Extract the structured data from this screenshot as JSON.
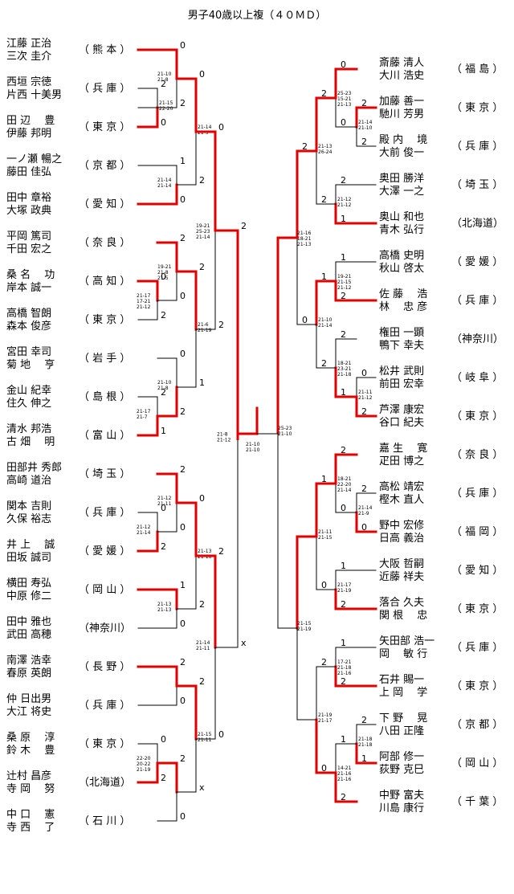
{
  "title": "男子40歳以上複（４０ＭＤ）",
  "left_entries": [
    {
      "p1": "江藤 正治",
      "p2": "三次 圭介",
      "pref": "（ 熊 本 ）"
    },
    {
      "p1": "西垣 宗徳",
      "p2": "片西 十美男",
      "pref": "（ 兵 庫 ）"
    },
    {
      "p1": "田 辺　 豊",
      "p2": "伊藤 邦明",
      "pref": "（ 東 京 ）"
    },
    {
      "p1": "一ノ瀬 暢之",
      "p2": "藤田 佳弘",
      "pref": "（ 京 都 ）"
    },
    {
      "p1": "田中 章裕",
      "p2": "大塚 政典",
      "pref": "（ 愛 知 ）"
    },
    {
      "p1": "平岡 篤司",
      "p2": "千田 宏之",
      "pref": "（ 奈 良 ）"
    },
    {
      "p1": "桑 名　 功",
      "p2": "岸本 誠一",
      "pref": "（ 高 知 ）"
    },
    {
      "p1": "高橋 智朗",
      "p2": "森本 俊彦",
      "pref": "（ 東 京 ）"
    },
    {
      "p1": "宮田 幸司",
      "p2": "菊 地　 亨",
      "pref": "（ 岩 手 ）"
    },
    {
      "p1": "金山 紀幸",
      "p2": "住久 伸之",
      "pref": "（ 島 根 ）"
    },
    {
      "p1": "清水 邦浩",
      "p2": "古 畑　 明",
      "pref": "（ 富 山 ）"
    },
    {
      "p1": "田部井 秀郎",
      "p2": "高崎 道治",
      "pref": "（ 埼 玉 ）"
    },
    {
      "p1": "関本 吉則",
      "p2": "久保 裕志",
      "pref": "（ 兵 庫 ）"
    },
    {
      "p1": "井 上　 誠",
      "p2": "田坂 誠司",
      "pref": "（ 愛 媛 ）"
    },
    {
      "p1": "横田 寿弘",
      "p2": "中原 修二",
      "pref": "（ 岡 山 ）"
    },
    {
      "p1": "田中 雅也",
      "p2": "武田 高穂",
      "pref": "（神奈川）"
    },
    {
      "p1": "南澤 浩幸",
      "p2": "春原 英朗",
      "pref": "（ 長 野 ）"
    },
    {
      "p1": "仲 日出男",
      "p2": "大江 将史",
      "pref": "（ 兵 庫 ）"
    },
    {
      "p1": "桑 原　 淳",
      "p2": "鈴 木　 豊",
      "pref": "（ 東 京 ）"
    },
    {
      "p1": "辻村 昌彦",
      "p2": "寺 岡　 努",
      "pref": "（北海道）"
    },
    {
      "p1": "中 口　 憲",
      "p2": "寺 西　 了",
      "pref": "（ 石 川 ）"
    }
  ],
  "right_entries": [
    {
      "p1": "斎藤 清人",
      "p2": "大川 浩史",
      "pref": "（ 福 島 ）"
    },
    {
      "p1": "加藤 善一",
      "p2": "馳川 芳男",
      "pref": "（ 東 京 ）"
    },
    {
      "p1": "殿 内　 境",
      "p2": "大前 俊一",
      "pref": "（ 兵 庫 ）"
    },
    {
      "p1": "奥田 勝洋",
      "p2": "大澤 一之",
      "pref": "（ 埼 玉 ）"
    },
    {
      "p1": "奥山 和也",
      "p2": "青木 弘行",
      "pref": "（北海道）"
    },
    {
      "p1": "高橋 史明",
      "p2": "秋山 啓太",
      "pref": "（ 愛 媛 ）"
    },
    {
      "p1": "佐 藤　 浩",
      "p2": "林　 忠 彦",
      "pref": "（ 兵 庫 ）"
    },
    {
      "p1": "権田 一顕",
      "p2": "鴨下 幸夫",
      "pref": "（神奈川）"
    },
    {
      "p1": "松井 武則",
      "p2": "前田 宏幸",
      "pref": "（ 岐 阜 ）"
    },
    {
      "p1": "芦澤 康宏",
      "p2": "谷口 紀夫",
      "pref": "（ 東 京 ）"
    },
    {
      "p1": "嘉 生　 寛",
      "p2": "疋田 博之",
      "pref": "（ 奈 良 ）"
    },
    {
      "p1": "高松 靖宏",
      "p2": "樫木 直人",
      "pref": "（ 兵 庫 ）"
    },
    {
      "p1": "野中 宏修",
      "p2": "日高 義治",
      "pref": "（ 福 岡 ）"
    },
    {
      "p1": "大阪 哲嗣",
      "p2": "近藤 祥夫",
      "pref": "（ 愛 知 ）"
    },
    {
      "p1": "落合 久夫",
      "p2": "関 根　 忠",
      "pref": "（ 東 京 ）"
    },
    {
      "p1": "矢田部 浩一",
      "p2": "岡　 敏 行",
      "pref": "（ 兵 庫 ）"
    },
    {
      "p1": "石井 賜一",
      "p2": "上 岡　 学",
      "pref": "（ 東 京 ）"
    },
    {
      "p1": "下 野　 晃",
      "p2": "八田 正隆",
      "pref": "（ 京 都 ）"
    },
    {
      "p1": "阿部 修一",
      "p2": "荻野 克巳",
      "pref": "（ 岡 山 ）"
    },
    {
      "p1": "中野 富夫",
      "p2": "川島 康行",
      "pref": "（ 千 葉 ）"
    }
  ],
  "match_scores": [
    "21-15\n22-20",
    "21-10\n21-8",
    "21-14\n21-14",
    "21-14\n21-9",
    "21-17\n17-21\n21-12",
    "19-21\n21-8\n21-5",
    "21-17\n21-7",
    "21-10\n21-8",
    "21-6\n21-19",
    "19-21\n25-23\n21-14",
    "21-12\n21-14",
    "21-12\n21-11",
    "21-13\n21-13",
    "21-13\n21-16",
    "22-20\n20-22\n21-19",
    "21-15\n21-11",
    "21-14\n21-11",
    "21-8\n21-12",
    "21-14\n21-10",
    "25-23\n15-21\n21-13",
    "21-12\n21-12",
    "21-13\n26-24",
    "19-21\n21-15\n21-12",
    "21-11\n21-12",
    "18-21\n23-21\n21-18",
    "21-10\n21-14",
    "21-16\n18-21\n21-13",
    "21-14\n21-9",
    "18-21\n22-20\n21-14",
    "21-17\n21-19",
    "21-11\n21-15",
    "17-21\n21-18\n21-16",
    "21-18\n21-18",
    "14-21\n21-16\n21-16",
    "21-19\n21-17",
    "21-15\n21-19",
    "25-23\n21-10",
    "21-10\n21-10"
  ],
  "game_marks": [
    "2",
    "0",
    "0",
    "2",
    "1",
    "0",
    "0",
    "2",
    "0",
    "2",
    "2",
    "0",
    "2",
    "1",
    "0",
    "2",
    "2",
    "1",
    "0",
    "2",
    "0",
    "2",
    "2",
    "0",
    "1",
    "0",
    "0",
    "2",
    "2",
    "0",
    "0",
    "2",
    "2",
    "0",
    "2",
    "x",
    "2",
    "0",
    "2",
    "x",
    "2",
    "2",
    "0",
    "0",
    "2",
    "1",
    "2",
    "2",
    "1",
    "2",
    "0",
    "2",
    "2",
    "1",
    "1",
    "2",
    "2",
    "0",
    "2",
    "0",
    "2",
    "0",
    "1",
    "2",
    "1",
    "0",
    "1",
    "2",
    "2",
    "1",
    "1",
    "2",
    "2",
    "0"
  ]
}
